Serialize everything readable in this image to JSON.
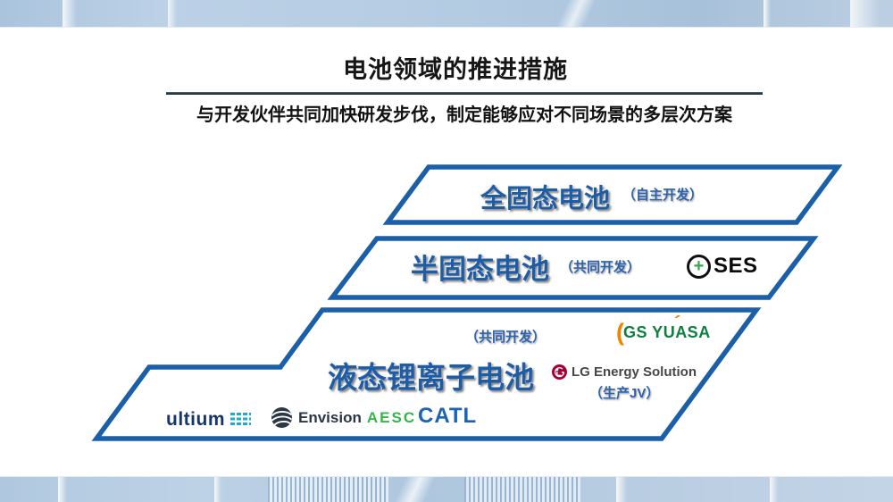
{
  "header": {
    "title": "电池领域的推进措施",
    "subtitle": "与开发伙伴共同加快研发步伐，制定能够应对不同场景的多层次方案"
  },
  "tiers": [
    {
      "label": "全固态电池",
      "note": "（自主开发）"
    },
    {
      "label": "半固态电池",
      "note": "（共同开发）"
    },
    {
      "label": "液态锂离子电池",
      "note": "（共同开发）",
      "production_note": "（生产JV）"
    }
  ],
  "logos": {
    "ses": {
      "symbol": "+",
      "text": "SES"
    },
    "gs_yuasa": {
      "paren": "(",
      "accent": "´",
      "text": "GS YUASA"
    },
    "lg": {
      "text": "LG Energy Solution"
    },
    "ultium": {
      "text": "ultium"
    },
    "envision": {
      "text": "Envision",
      "suffix": "AESC"
    },
    "catl": {
      "text": "CATL"
    }
  },
  "colors": {
    "accent_blue": "#1b5fa8",
    "tier_text_blue": "#1e5ca6",
    "note_blue": "#2f62ac",
    "gs_green": "#0d8040",
    "gs_orange": "#f08300",
    "lg_red": "#a50034",
    "aesc_green": "#35b54a",
    "catl_blue": "#1a63b5",
    "ultium_navy": "#16356b",
    "ultium_teal": "#23a9cb"
  }
}
